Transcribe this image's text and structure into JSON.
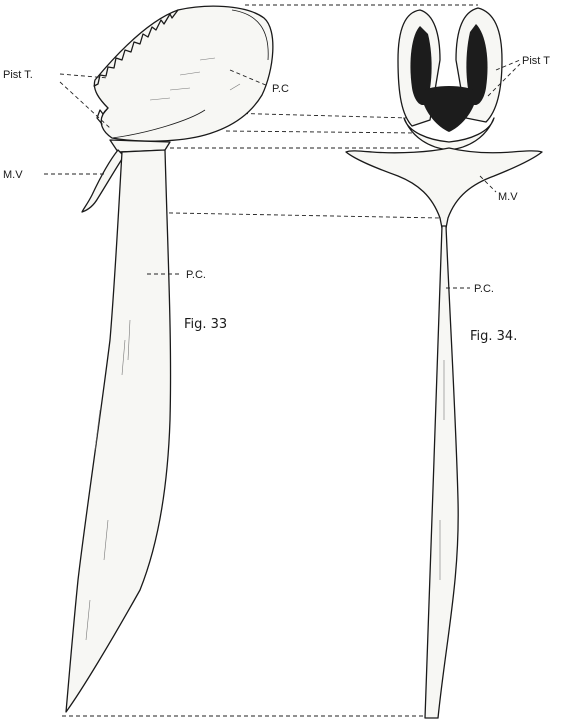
{
  "figures": [
    {
      "caption": "Fig. 33",
      "labels": {
        "pist_t": "Pist T.",
        "pc_upper": "P.C",
        "mv": "M.V",
        "pc_lower": "P.C."
      }
    },
    {
      "caption": "Fig. 34.",
      "labels": {
        "pist_t": "Pist T",
        "mv": "M.V",
        "pc": "P.C."
      }
    }
  ]
}
